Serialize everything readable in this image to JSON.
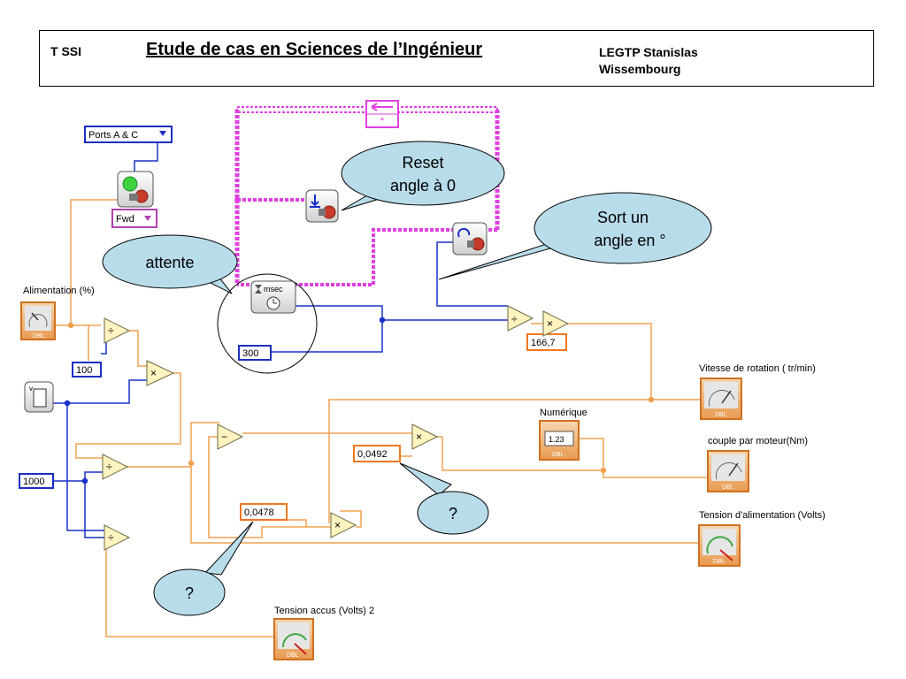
{
  "header": {
    "left": "T SSI",
    "title": "Etude de cas en Sciences de l’Ingénieur",
    "right_line1": "LEGTP Stanislas",
    "right_line2": "Wissembourg"
  },
  "controls": {
    "ports": "Ports A & C",
    "direction": "Fwd",
    "timer_icon": "msec"
  },
  "constants": {
    "c100": "100",
    "c300": "300",
    "c1000": "1000",
    "c166": "166,7",
    "c0492": "0,0492",
    "c0478": "0,0478"
  },
  "operators": {
    "divide": "÷",
    "multiply": "×",
    "subtract": "−"
  },
  "indicators": {
    "alimentation": "Alimentation (%)",
    "vitesse": "Vitesse de rotation ( tr/min)",
    "numerique": "Numérique",
    "numerique_value": "1.23",
    "couple": "couple par moteur(Nm)",
    "tension_alim": "Tension d'alimentation (Volts)",
    "tension_accus": "Tension accus (Volts) 2",
    "dbl": "DBL"
  },
  "bubbles": {
    "reset_line1": "Reset",
    "reset_line2": "angle à 0",
    "sort_line1": "Sort un",
    "sort_line2": "angle en °",
    "attente": "attente",
    "question1": "?",
    "question2": "?"
  },
  "colors": {
    "orange_wire": "#f0a050",
    "blue_wire": "#1830c8",
    "pink_loop": "#e040e0",
    "bubble_fill": "#b8dcea",
    "control_border": "#1a2fc0",
    "constant_border": "#f07820"
  }
}
